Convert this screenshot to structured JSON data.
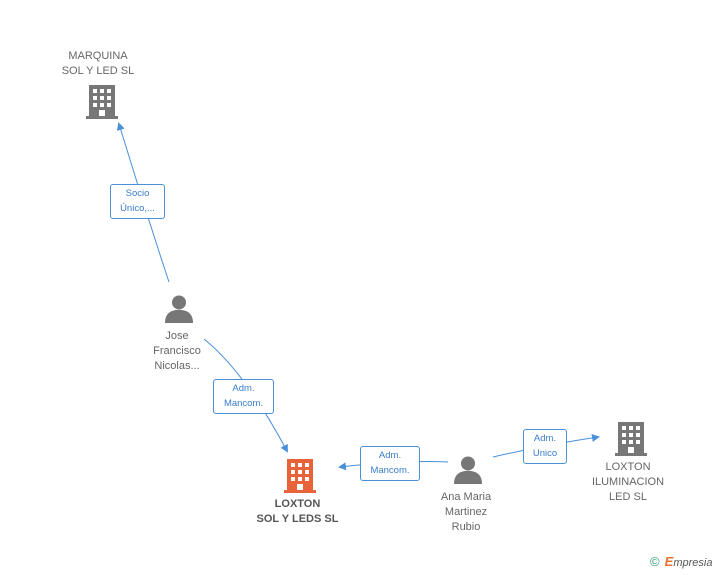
{
  "nodes": {
    "marquina": {
      "label": "MARQUINA\nSOL Y LED SL",
      "icon": "building-icon",
      "color": "#777777"
    },
    "jose": {
      "label": "Jose\nFrancisco\nNicolas...",
      "icon": "person-icon",
      "color": "#777777"
    },
    "loxton_leds": {
      "label": "LOXTON\nSOL Y LEDS SL",
      "icon": "building-icon",
      "color": "#e8623a"
    },
    "ana": {
      "label": "Ana Maria\nMartinez\nRubio",
      "icon": "person-icon",
      "color": "#777777"
    },
    "loxton_ilum": {
      "label": "LOXTON\nILUMINACION\nLED SL",
      "icon": "building-icon",
      "color": "#777777"
    }
  },
  "edges": {
    "jose_marquina": "Socio\nÚnico,...",
    "jose_loxton": "Adm.\nMancom.",
    "ana_loxton": "Adm.\nMancom.",
    "ana_ilum": "Adm.\nUnico"
  },
  "colors": {
    "edge": "#4a90d9",
    "node": "#777777",
    "focus": "#e8623a"
  },
  "footer": {
    "copyright": "©",
    "brand_first": "E",
    "brand_rest": "mpresia"
  }
}
